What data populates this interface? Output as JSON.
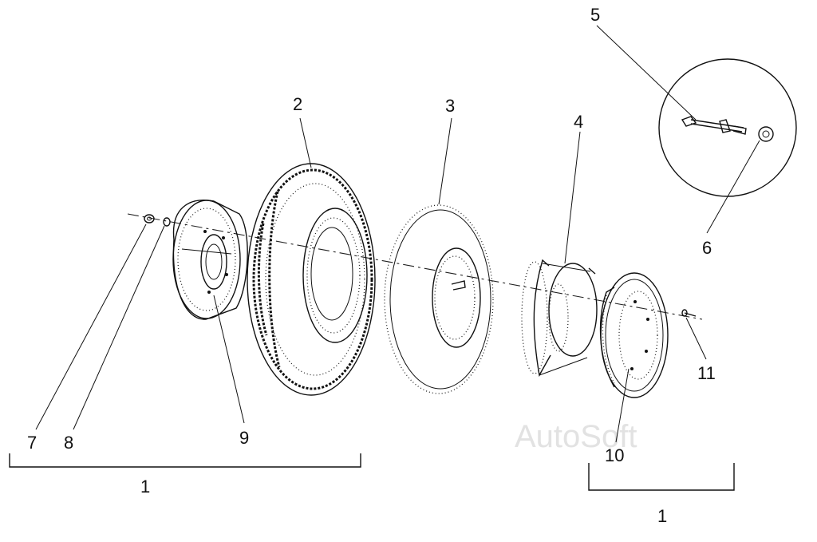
{
  "diagram": {
    "parts": [
      {
        "id": "p1a",
        "label": "1"
      },
      {
        "id": "p2",
        "label": "2"
      },
      {
        "id": "p3",
        "label": "3"
      },
      {
        "id": "p4",
        "label": "4"
      },
      {
        "id": "p5",
        "label": "5"
      },
      {
        "id": "p6",
        "label": "6"
      },
      {
        "id": "p7",
        "label": "7"
      },
      {
        "id": "p8",
        "label": "8"
      },
      {
        "id": "p9",
        "label": "9"
      },
      {
        "id": "p10",
        "label": "10"
      },
      {
        "id": "p11",
        "label": "11"
      },
      {
        "id": "p1b",
        "label": "1"
      }
    ],
    "watermark": "AutoSoft"
  }
}
